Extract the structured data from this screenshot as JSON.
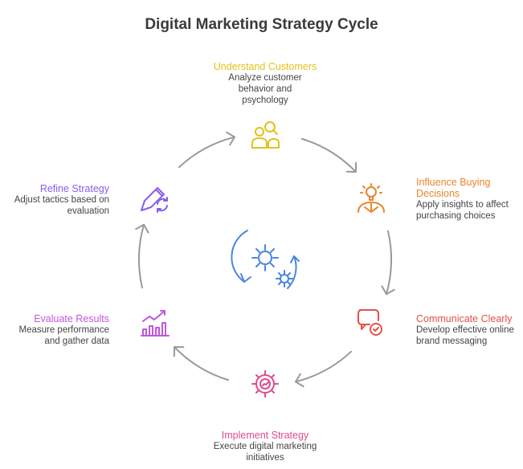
{
  "title": "Digital Marketing Strategy Cycle",
  "steps": [
    {
      "title": "Understand Customers",
      "desc": "Analyze customer behavior and psychology",
      "color": "#e2c21c",
      "icon": "user-search-icon"
    },
    {
      "title": "Influence Buying Decisions",
      "desc": "Apply insights to affect purchasing choices",
      "color": "#e8852a",
      "icon": "lightbulb-person-icon"
    },
    {
      "title": "Communicate Clearly",
      "desc": "Develop effective online brand messaging",
      "color": "#e5514a",
      "icon": "chat-check-icon"
    },
    {
      "title": "Implement Strategy",
      "desc": "Execute digital marketing initiatives",
      "color": "#de4a92",
      "icon": "gear-chart-icon"
    },
    {
      "title": "Evaluate Results",
      "desc": "Measure performance and gather data",
      "color": "#c156e0",
      "icon": "bar-chart-icon"
    },
    {
      "title": "Refine Strategy",
      "desc": "Adjust tactics based on evaluation",
      "color": "#8a5cf0",
      "icon": "pencil-refresh-icon"
    }
  ],
  "center": {
    "color": "#4a86e0",
    "icon": "gears-cycle-icon"
  }
}
